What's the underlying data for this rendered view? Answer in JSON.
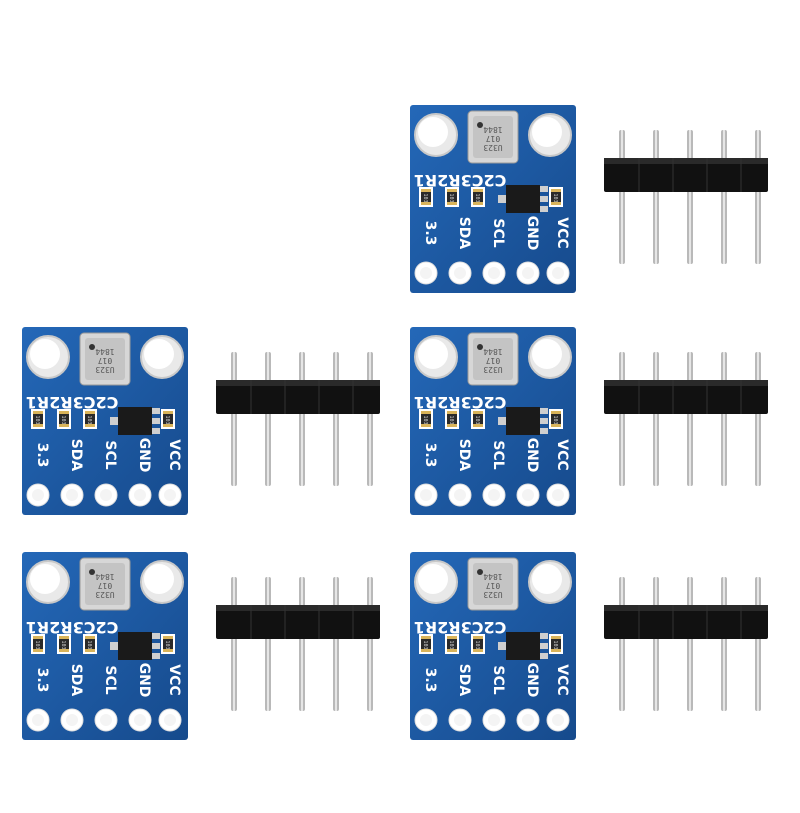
{
  "modules": [
    {
      "id": "module-1",
      "silk": {
        "top": "C2C3R2R1",
        "pins": [
          "3.3",
          "SDA",
          "SCL",
          "GND",
          "VCC"
        ]
      },
      "sensor_text": [
        "U323",
        "017",
        "1844"
      ],
      "smd_text": "103"
    },
    {
      "id": "module-2",
      "silk": {
        "top": "C2C3R2R1",
        "pins": [
          "3.3",
          "SDA",
          "SCL",
          "GND",
          "VCC"
        ]
      },
      "sensor_text": [
        "U323",
        "017",
        "1844"
      ],
      "smd_text": "103"
    },
    {
      "id": "module-3",
      "silk": {
        "top": "C2C3R2R1",
        "pins": [
          "3.3",
          "SDA",
          "SCL",
          "GND",
          "VCC"
        ]
      },
      "sensor_text": [
        "U323",
        "017",
        "1844"
      ],
      "smd_text": "103"
    },
    {
      "id": "module-4",
      "silk": {
        "top": "C2C3R2R1",
        "pins": [
          "3.3",
          "SDA",
          "SCL",
          "GND",
          "VCC"
        ]
      },
      "sensor_text": [
        "U323",
        "017",
        "1844"
      ],
      "smd_text": "103"
    },
    {
      "id": "module-5",
      "silk": {
        "top": "C2C3R2R1",
        "pins": [
          "3.3",
          "SDA",
          "SCL",
          "GND",
          "VCC"
        ]
      },
      "sensor_text": [
        "U323",
        "017",
        "1844"
      ],
      "smd_text": "103"
    }
  ],
  "pin_headers_count": 5,
  "colors": {
    "pcb": "#1e5aa8",
    "pcb_dark": "#164a8c",
    "silk": "#ffffff",
    "header_plastic": "#111111",
    "pin_metal": "#b9b9b9",
    "background": "#ffffff"
  }
}
